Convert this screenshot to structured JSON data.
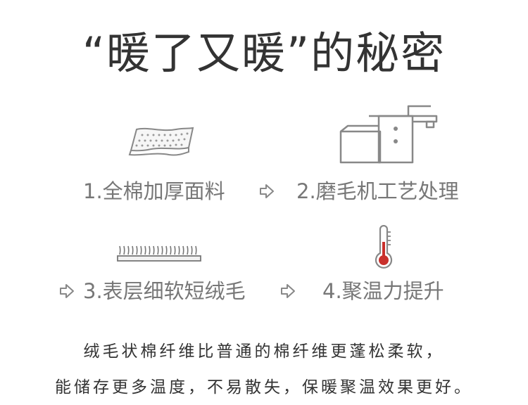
{
  "headline": "“暖了又暖”的秘密",
  "steps": [
    {
      "label": "1.全棉加厚面料",
      "icon": "fabric-icon"
    },
    {
      "label": "2.磨毛机工艺处理",
      "icon": "brushing-machine-icon"
    },
    {
      "label": "3.表层细软短绒毛",
      "icon": "short-fleece-icon"
    },
    {
      "label": "4.聚温力提升",
      "icon": "thermometer-icon"
    }
  ],
  "description": {
    "line1": "绒毛状棉纤维比普通的棉纤维更蓬松柔软，",
    "line2": "能储存更多温度，不易散失，保暖聚温效果更好。"
  },
  "colors": {
    "text_dark": "#333333",
    "text_step": "#777777",
    "icon_stroke": "#888888",
    "thermo_red": "#c9302c"
  }
}
